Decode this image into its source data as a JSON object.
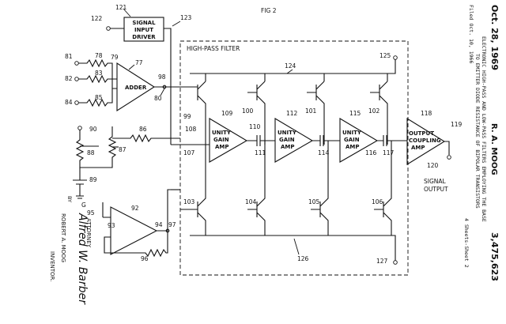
{
  "figure": {
    "title": "FIG 2",
    "filter_label": "HIGH-PASS FILTER",
    "blocks": {
      "signal_driver": [
        "SIGNAL",
        "INPUT",
        "DRIVER"
      ],
      "adder": "ADDER",
      "unity1": [
        "UNITY",
        "GAIN",
        "AMP"
      ],
      "unity2": [
        "UNITY",
        "GAIN",
        "AMP"
      ],
      "unity3": [
        "UNITY",
        "GAIN",
        "AMP"
      ],
      "output_amp": [
        "OUTPUT",
        "COUPLING",
        "AMP"
      ]
    },
    "signal_output": [
      "SIGNAL",
      "OUTPUT"
    ],
    "ground": "G",
    "refs": {
      "r121": "121",
      "r122": "122",
      "r123": "123",
      "r81": "81",
      "r78": "78",
      "r79": "79",
      "r77": "77",
      "r82": "82",
      "r83": "83",
      "r84": "84",
      "r85": "85",
      "r98": "98",
      "r80": "80",
      "r99": "99",
      "r100": "100",
      "r101": "101",
      "r102": "102",
      "r124": "124",
      "r125": "125",
      "r118": "118",
      "r119": "119",
      "r120": "120",
      "r109": "109",
      "r110": "110",
      "r112": "112",
      "r115": "115",
      "r108": "108",
      "r107": "107",
      "r111": "111",
      "r114": "114",
      "r116": "116",
      "r117": "117",
      "r90": "90",
      "r86": "86",
      "r88": "88",
      "r87": "87",
      "r89": "89",
      "r92": "92",
      "r95": "95",
      "r93": "93",
      "r94": "94",
      "r97": "97",
      "r96": "96",
      "r103": "103",
      "r104": "104",
      "r105": "105",
      "r106": "106",
      "r126": "126",
      "r127": "127"
    }
  },
  "header": {
    "date": "Oct. 28, 1969",
    "inventor_name": "R. A. MOOG",
    "patent_number": "3,475,623",
    "title_line1": "ELECTRONIC HIGH-PASS AND LOW-PASS FILTERS EMPLOYING THE BASE",
    "title_line2": "TO EMITTER DIODE RESISTANCE OF BIPOLAR TRANSISTORS",
    "filed": "Filed Oct. 10, 1966",
    "sheet": "4 Sheets-Sheet 2"
  },
  "signature": {
    "inventor_heading": "INVENTOR.",
    "inventor": "ROBERT A. MOOG",
    "by": "BY",
    "attorney_signature": "Alfred W. Barber",
    "attorney": "ATTORNEY"
  }
}
